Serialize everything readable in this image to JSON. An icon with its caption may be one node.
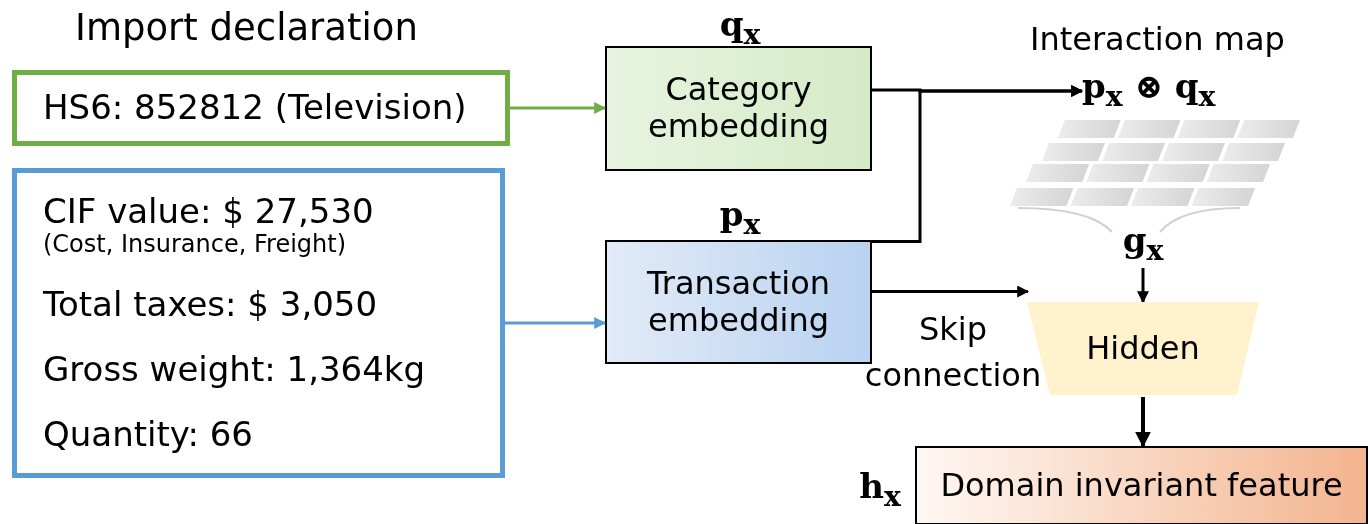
{
  "diagram": {
    "title": "Import declaration",
    "nodes": [
      {
        "text": [
          "HS6: 852812 (Television)"
        ]
      },
      {
        "text": [
          "CIF value: $ 27,530",
          "(Cost, Insurance, Freight)",
          "Total taxes: $ 3,050",
          "Gross weight: 1,364kg",
          "Quantity: 66"
        ]
      },
      {
        "text": [
          "Category embedding"
        ],
        "beside": [
          "q$_{x}$"
        ]
      },
      {
        "text": [
          "Transaction embedding"
        ],
        "beside": [
          "p$_{x}$"
        ]
      },
      {
        "text": [
          "p$_{x}$ ⊗ q$_{x}$"
        ]
      },
      {
        "text": [
          "g$_{x}$"
        ]
      },
      {
        "text": [
          "Hidden"
        ]
      },
      {
        "text": [
          "Domain invariant feature"
        ],
        "beside": [
          "h$_{x}$"
        ]
      }
    ],
    "edges": [
      {
        "from": 0,
        "to": 2,
        "arrow": "to",
        "color": "#70ad47"
      },
      {
        "from": 1,
        "to": 3,
        "arrow": "to",
        "color": "#5b9bd5"
      },
      {
        "from": 2,
        "to": 4,
        "arrow": "to"
      },
      {
        "from": 3,
        "to": 4,
        "arrow": "to"
      },
      {
        "from": 5,
        "to": 6,
        "arrow": "to"
      },
      {
        "from": 3,
        "to": 6,
        "arrow": "to",
        "label": "Skip connection"
      },
      {
        "from": 6,
        "to": 7,
        "arrow": "to"
      }
    ],
    "labels": [
      "Interaction map"
    ]
  }
}
